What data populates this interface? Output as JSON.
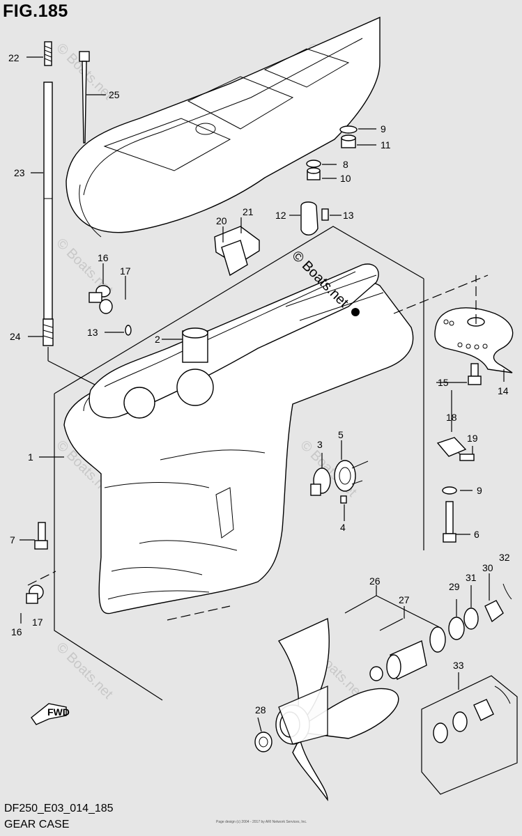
{
  "header": {
    "figure": "FIG.185"
  },
  "footer": {
    "code": "DF250_E03_014_185",
    "caption": "GEAR CASE",
    "copyright": "Page design (c) 2004 - 2017 by ARI Network Services, Inc."
  },
  "watermark": {
    "text": "© Boats.net",
    "center_text": "© Boats.net"
  },
  "arrow": {
    "label": "FWD"
  },
  "callouts": {
    "c1": "1",
    "c2": "2",
    "c3": "3",
    "c4": "4",
    "c5": "5",
    "c6": "6",
    "c7": "7",
    "c8": "8",
    "c9a": "9",
    "c9b": "9",
    "c10": "10",
    "c11": "11",
    "c12": "12",
    "c13a": "13",
    "c13b": "13",
    "c14": "14",
    "c15": "15",
    "c16a": "16",
    "c16b": "16",
    "c17a": "17",
    "c17b": "17",
    "c18": "18",
    "c19": "19",
    "c20": "20",
    "c21": "21",
    "c22": "22",
    "c23": "23",
    "c24": "24",
    "c25": "25",
    "c26": "26",
    "c27": "27",
    "c28": "28",
    "c29": "29",
    "c30": "30",
    "c31": "31",
    "c32": "32",
    "c33": "33"
  }
}
